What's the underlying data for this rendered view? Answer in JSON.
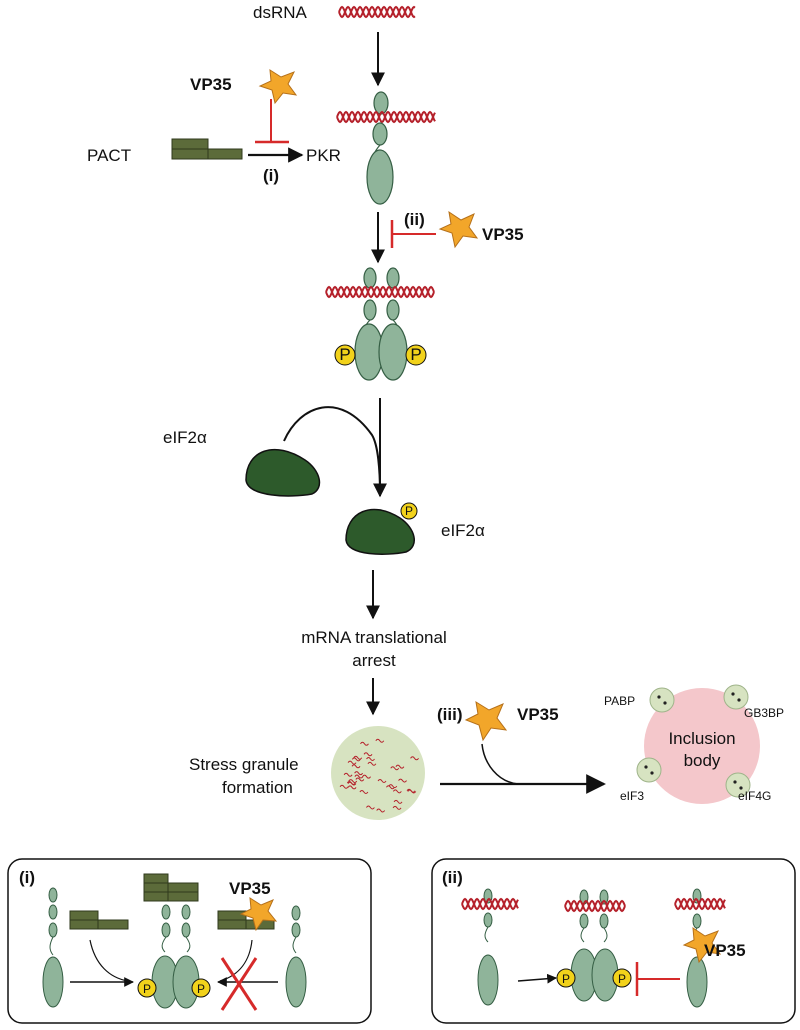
{
  "labels": {
    "dsrna": "dsRNA",
    "pact": "PACT",
    "pkr": "PKR",
    "step_i": "(i)",
    "step_ii": "(ii)",
    "step_iii": "(iii)",
    "vp35": "VP35",
    "eif2a": "eIF2α",
    "eif2a_p": "eIF2α",
    "mrna_line1": "mRNA translational",
    "mrna_line2": "arrest",
    "sg_line1": "Stress granule",
    "sg_line2": "formation",
    "inclusion_line1": "Inclusion",
    "inclusion_line2": "body",
    "pabp": "PABP",
    "g3bp": "GB3BP",
    "eif3": "eIF3",
    "eif4g": "eIF4G",
    "phospho": "P"
  },
  "insets": {
    "i_title": "(i)",
    "ii_title": "(ii)",
    "vp35": "VP35"
  },
  "colors": {
    "rna": "#b5212b",
    "pkr": "#8fb49a",
    "pkr_stroke": "#355e44",
    "pact": "#5c6b3a",
    "eif2a": "#2d5a2b",
    "phospho": "#f2d21b",
    "vp35": "#f2a62a",
    "inhibit": "#d62a2a",
    "granule": "#d7e3c1",
    "inclusion": "#f4c7cb"
  }
}
